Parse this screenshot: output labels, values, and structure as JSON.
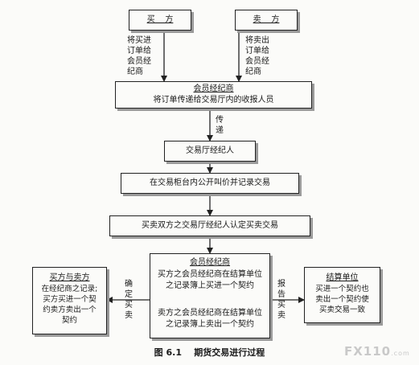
{
  "buyer": {
    "label": "买    方",
    "note": "将买进\n订单给\n会员经\n纪商"
  },
  "seller": {
    "label": "卖    方",
    "note": "将卖出\n订单给\n会员经\n纪商"
  },
  "member_broker_top": {
    "title": "会员经纪商",
    "text": "将订单传递给交易厅内的收报人员"
  },
  "transmit_label": "传\n递",
  "floor_broker": "交易厅经纪人",
  "open_outcry": "在交易柜台内公开叫价并记录交易",
  "confirm_trade": "买卖双方之交易厅经纪人认定买卖交易",
  "member_broker_bottom": {
    "title": "会员经纪商",
    "upper": "买方之会员经纪商在结算单位\n之记录簿上买进一个契约",
    "lower": "卖方之会员经纪商在结算单位\n之记录簿上卖出一个契约"
  },
  "buyer_seller_box": {
    "title": "买方与卖方",
    "text": "在经纪商之记录;\n买方买进一个契\n约卖方卖出一个\n契约"
  },
  "confirm_label": "确\n定\n买\n卖",
  "report_label": "报\n告\n买\n卖",
  "clearing_box": {
    "title": "结算单位",
    "text": "买进一个契约也\n卖出一个契约使\n买卖交易一致"
  },
  "caption": "图 6.1    期货交易进行过程",
  "watermark": {
    "main": "FX110",
    "suffix": ".com"
  }
}
